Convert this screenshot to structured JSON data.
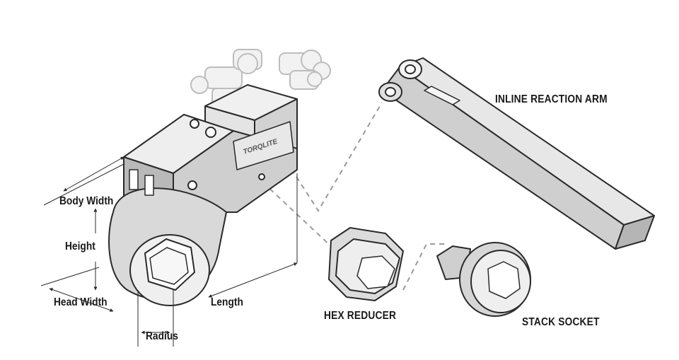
{
  "labels": {
    "inline_reaction_arm": "INLINE REACTION ARM",
    "hex_reducer": "HEX REDUCER",
    "stack_socket": "STACK SOCKET",
    "body_width": "Body Width",
    "height": "Height",
    "head_width": "Head Width",
    "length": "Length",
    "radius": "Radius"
  },
  "logo_text": "TORQLITE",
  "colors": {
    "line": "#2a2a2a",
    "fill_light": "#e6e6e6",
    "fill_mid": "#c9c9c9",
    "fill_dark": "#a7a7a7",
    "ghost": "#bdbdbd",
    "dash": "#9a9a9a"
  }
}
